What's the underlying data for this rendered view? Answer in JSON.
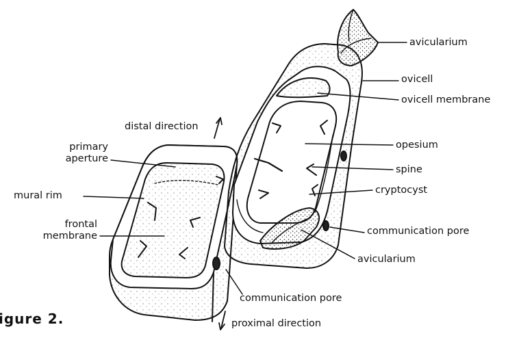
{
  "figure_caption": "igure 2.",
  "labels": {
    "avicularium_top": "avicularium",
    "ovicell": "ovicell",
    "ovicell_membrane": "ovicell membrane",
    "opesium": "opesium",
    "spine": "spine",
    "cryptocyst": "cryptocyst",
    "communication_pore_right": "communication pore",
    "avicularium_bottom": "avicularium",
    "communication_pore_bottom": "communication pore",
    "distal_direction": "distal direction",
    "proximal_direction": "proximal direction",
    "primary_aperture_line1": "primary",
    "primary_aperture_line2": "aperture",
    "mural_rim": "mural rim",
    "frontal_membrane_line1": "frontal",
    "frontal_membrane_line2": "membrane"
  }
}
